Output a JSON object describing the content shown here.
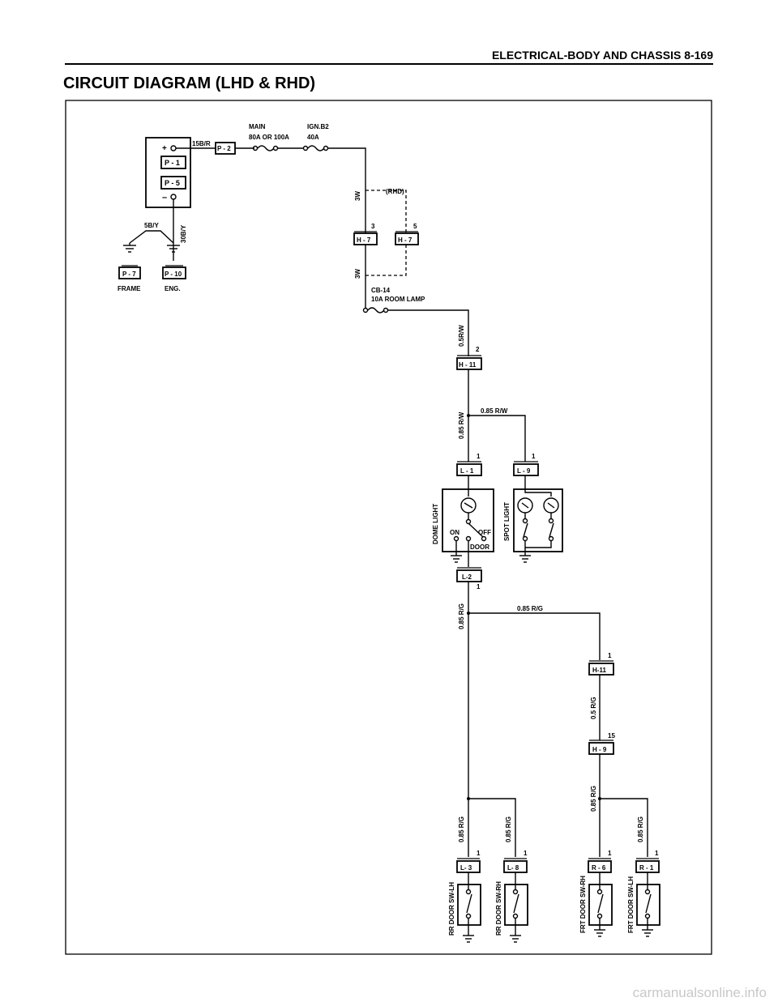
{
  "header": {
    "title": "ELECTRICAL-BODY AND CHASSIS  8-169"
  },
  "section": {
    "title": "CIRCUIT DIAGRAM (LHD & RHD)"
  },
  "watermark": "carmanualsonline.info",
  "battery": {
    "plus": "+",
    "minus": "–",
    "terminals": [
      "P - 1",
      "P - 5"
    ]
  },
  "wires": {
    "w15br": "15B/R",
    "w5by": "5B/Y",
    "w30by": "30B/Y",
    "w3w_a": "3W",
    "w3w_b": "3W",
    "rhd": "(RHD)",
    "w05rw": "0.5R/W",
    "w085rw_v": "0.85 R/W",
    "w085rw_h": "0.85 R/W",
    "w085rg_v": "0.85 R/G",
    "w085rg_h": "0.85 R/G",
    "w05rg": "0.5 R/G",
    "w085rg_h9": "0.85 R/G",
    "w085rg_l3": "0.85 R/G",
    "w085rg_l8": "0.85 R/G",
    "w085rg_r1": "0.85 R/G"
  },
  "fuses": {
    "main_1": "MAIN",
    "main_2": "80A OR 100A",
    "ign_1": "IGN.B2",
    "ign_2": "40A",
    "cb_1": "CB-14",
    "cb_2": "10A ROOM LAMP"
  },
  "connectors": {
    "p2": "P - 2",
    "p7": "P - 7",
    "p10": "P - 10",
    "h7a": "H - 7",
    "h7b": "H - 7",
    "h11a": "H - 11",
    "h11b": "H-11",
    "l1": "L - 1",
    "l9": "L - 9",
    "l2": "L-2",
    "h9": "H - 9",
    "l3": "L- 3",
    "l8": "L- 8",
    "r6": "R - 6",
    "r1": "R - 1"
  },
  "pins": {
    "h7a": "3",
    "h7b": "5",
    "h11a": "2",
    "l1": "1",
    "l9": "1",
    "l2": "1",
    "h11b": "1",
    "h9": "15",
    "l3": "1",
    "l8": "1",
    "r6": "1",
    "r1": "1"
  },
  "grounds": {
    "frame": "FRAME",
    "eng": "ENG."
  },
  "components": {
    "dome": "DOME LIGHT",
    "spot": "SPOT LIGHT",
    "on": "ON",
    "off": "OFF",
    "door": "DOOR",
    "rr_lh": "RR DOOR SW-LH",
    "rr_rh": "RR DOOR SW-RH",
    "frt_rh": "FRT DOOR SW-RH",
    "frt_lh": "FRT DOOR SW-LH"
  }
}
